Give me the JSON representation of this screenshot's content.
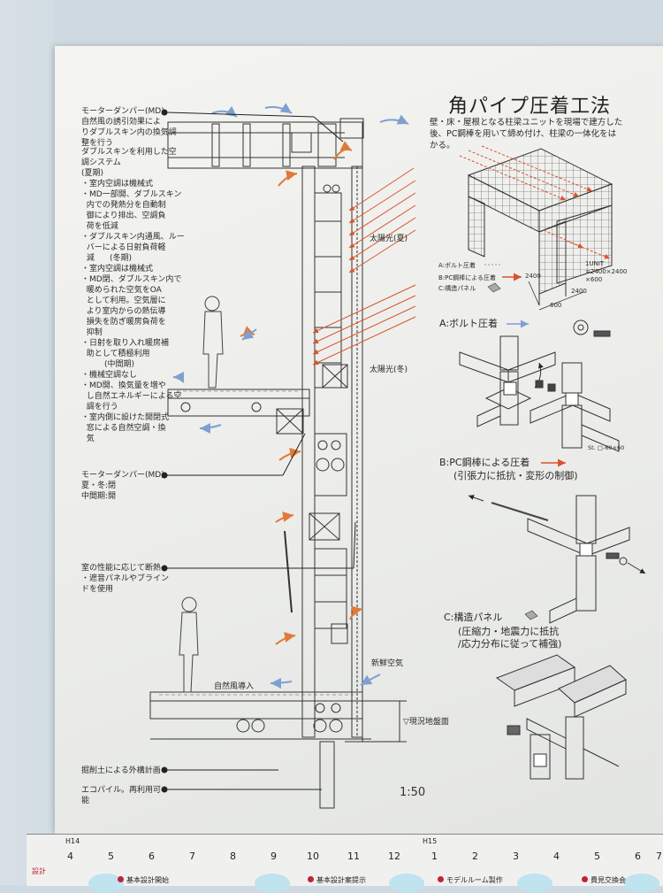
{
  "title": "角パイプ圧着工法",
  "description": "壁・床・屋根となる柱梁ユニットを現場で建方した\n後、PC鋼棒を用いて締め付け、柱梁の一体化をは\nかる。",
  "scale": "1:50",
  "left_notes": {
    "md_top": "モーターダンパー(MD)\n自然風の誘引効果によ\nりダブルスキン内の換気調\n整を行う",
    "summer_head": "ダブルスキンを利用した空\n調システム\n(夏期)",
    "summer_items": [
      "・室内空調は機械式",
      "・MD一部開、ダブルスキン\n  内での発熱分を自動制\n  御により排出、空調負\n  荷を低減",
      "・ダブルスキン内通風、ルー\n  バーによる日射負荷軽\n  減"
    ],
    "winter_head": "(冬期)",
    "winter_items": [
      "・室内空調は機械式",
      "・MD閉、ダブルスキン内で\n  暖められた空気をOA\n  として利用。空気層に\n  より室内からの熱伝導\n  損失を防ぎ暖房負荷を\n  抑制",
      "・日射を取り入れ暖房補\n  助として積極利用"
    ],
    "mid_head": "(中間期)",
    "mid_items": [
      "・機械空調なし",
      "・MD開、換気量を増や\n  し自然エネルギーによる空\n  調を行う",
      "・室内側に設けた開閉式\n  窓による自然空調・換\n  気"
    ],
    "md_bottom": "モーターダンパー(MD)\n夏・冬:閉\n中間期:開",
    "panel_note": "室の性能に応じて断熱\n・遮音パネルやブライン\nドを使用",
    "excavation": "掘削土による外構計画",
    "ecopile": "エコパイル。再利用可\n能"
  },
  "section_labels": {
    "sun_summer": "太陽光(夏)",
    "sun_winter": "太陽光(冬)",
    "natural_wind": "自然風導入",
    "fresh_air": "新鮮空気",
    "ground": "▽現況地盤面"
  },
  "unit_legend": {
    "a": "A:ボルト圧着",
    "b": "B:PC鋼棒による圧着",
    "c": "C:構造パネル",
    "unit": "1UNIT\n=2400×2400\n×600",
    "dim_2400_a": "2400",
    "dim_2400_b": "2400",
    "dim_600": "600"
  },
  "detail_a": {
    "title": "A:ボルト圧着",
    "note": "St. □-60×60"
  },
  "detail_b": {
    "title": "B:PC鋼棒による圧着",
    "sub": "(引張力に抵抗・変形の制御)"
  },
  "detail_c": {
    "title": "C:構造パネル",
    "sub": "(圧縮力・地震力に抵抗\n/応力分布に従って補強)"
  },
  "timeline": {
    "years": [
      "H14",
      "H15"
    ],
    "months": [
      "4",
      "5",
      "6",
      "7",
      "8",
      "9",
      "10",
      "11",
      "12",
      "1",
      "2",
      "3",
      "4",
      "5",
      "6",
      "7"
    ],
    "row_label": "設計",
    "milestones": [
      "基本設計開始",
      "基本設計案提示",
      "モデルルーム製作",
      "費見交換会"
    ]
  },
  "colors": {
    "arrow_red": "#d9532c",
    "arrow_blue": "#7f9fd0",
    "arrow_orange": "#e07a3a",
    "milestone": "#c0223a"
  }
}
